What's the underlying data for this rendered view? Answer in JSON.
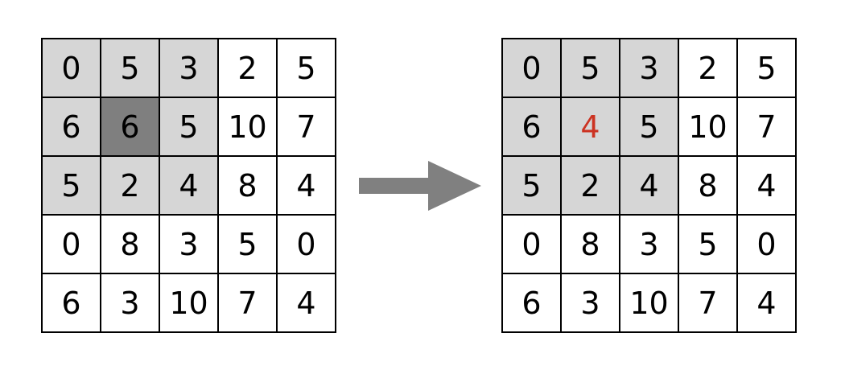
{
  "colors": {
    "window_fill": "#d6d6d6",
    "center_fill": "#7f7f7f",
    "result_text": "#cc3322",
    "arrow": "#808080"
  },
  "input_grid": {
    "rows": [
      [
        "0",
        "5",
        "3",
        "2",
        "5"
      ],
      [
        "6",
        "6",
        "5",
        "10",
        "7"
      ],
      [
        "5",
        "2",
        "4",
        "8",
        "4"
      ],
      [
        "0",
        "8",
        "3",
        "5",
        "0"
      ],
      [
        "6",
        "3",
        "10",
        "7",
        "4"
      ]
    ],
    "highlight": "3x3 window (rows 1-3, cols 1-3), center cell darker"
  },
  "output_grid": {
    "rows": [
      [
        "0",
        "5",
        "3",
        "2",
        "5"
      ],
      [
        "6",
        "4",
        "5",
        "10",
        "7"
      ],
      [
        "5",
        "2",
        "4",
        "8",
        "4"
      ],
      [
        "0",
        "8",
        "3",
        "5",
        "0"
      ],
      [
        "6",
        "3",
        "10",
        "7",
        "4"
      ]
    ],
    "highlight": "3x3 window (rows 1-3, cols 1-3), center value shown in red"
  },
  "arrow_icon": "right-arrow-icon"
}
